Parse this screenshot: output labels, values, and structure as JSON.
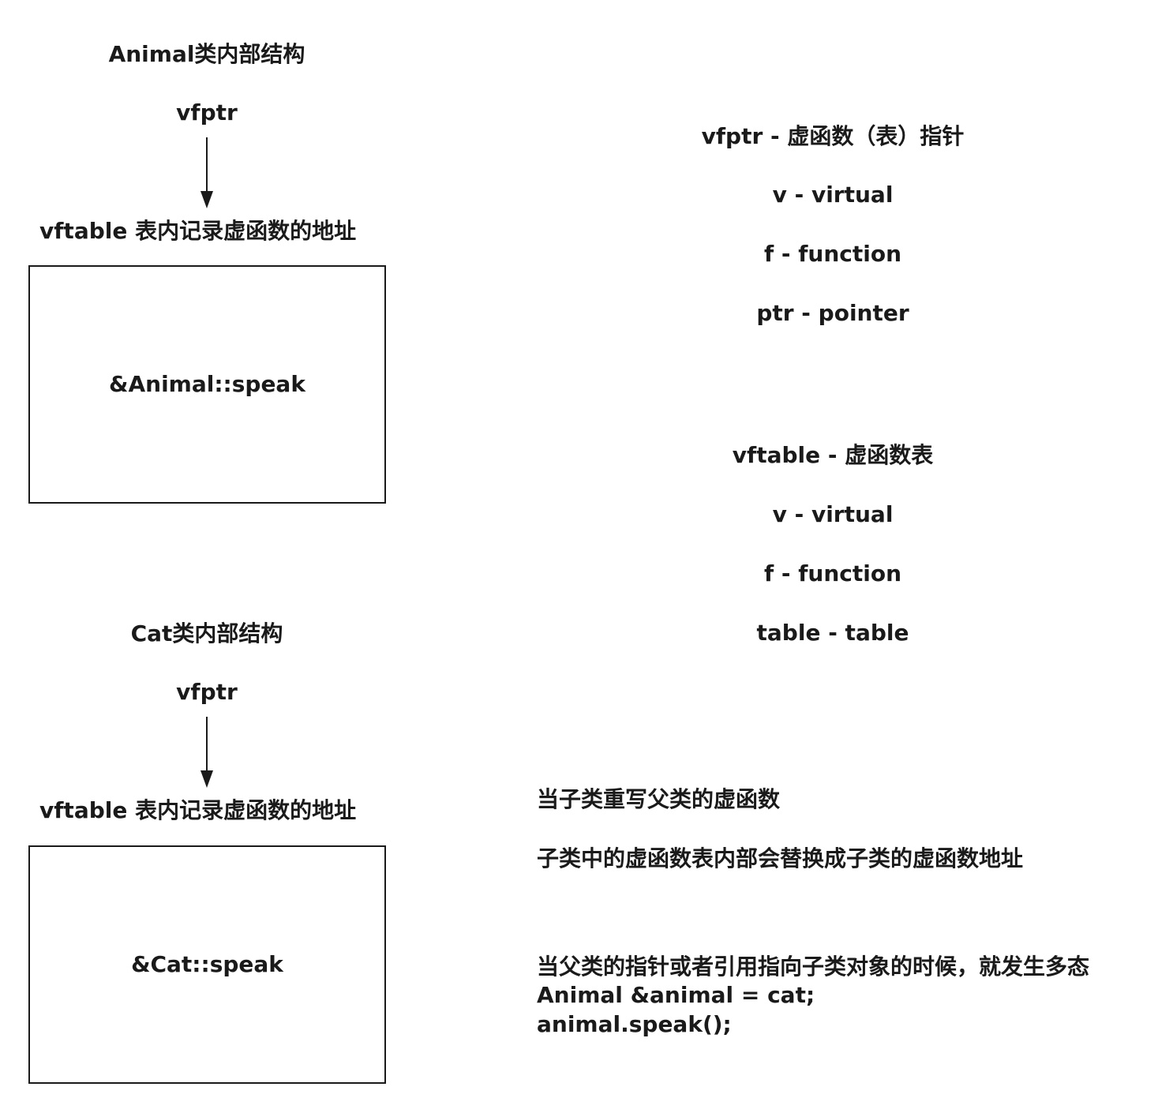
{
  "animal": {
    "title": "Animal类内部结构",
    "vfptr": "vfptr",
    "vftable_label": "vftable  表内记录虚函数的地址",
    "entry": "&Animal::speak"
  },
  "cat": {
    "title": "Cat类内部结构",
    "vfptr": "vfptr",
    "vftable_label": "vftable  表内记录虚函数的地址",
    "entry": "&Cat::speak"
  },
  "vfptr_legend": {
    "heading": "vfptr - 虚函数（表）指针",
    "lines": [
      "v - virtual",
      "f - function",
      "ptr - pointer"
    ]
  },
  "vftable_legend": {
    "heading": "vftable - 虚函数表",
    "lines": [
      "v - virtual",
      "f - function",
      "table - table"
    ]
  },
  "notes": {
    "override_line1": "当子类重写父类的虚函数",
    "override_line2": "子类中的虚函数表内部会替换成子类的虚函数地址",
    "poly_line1": "当父类的指针或者引用指向子类对象的时候，就发生多态",
    "poly_line2": "Animal &animal = cat;",
    "poly_line3": "animal.speak();"
  },
  "colors": {
    "ink": "#1a1a1a",
    "background": "#ffffff"
  }
}
